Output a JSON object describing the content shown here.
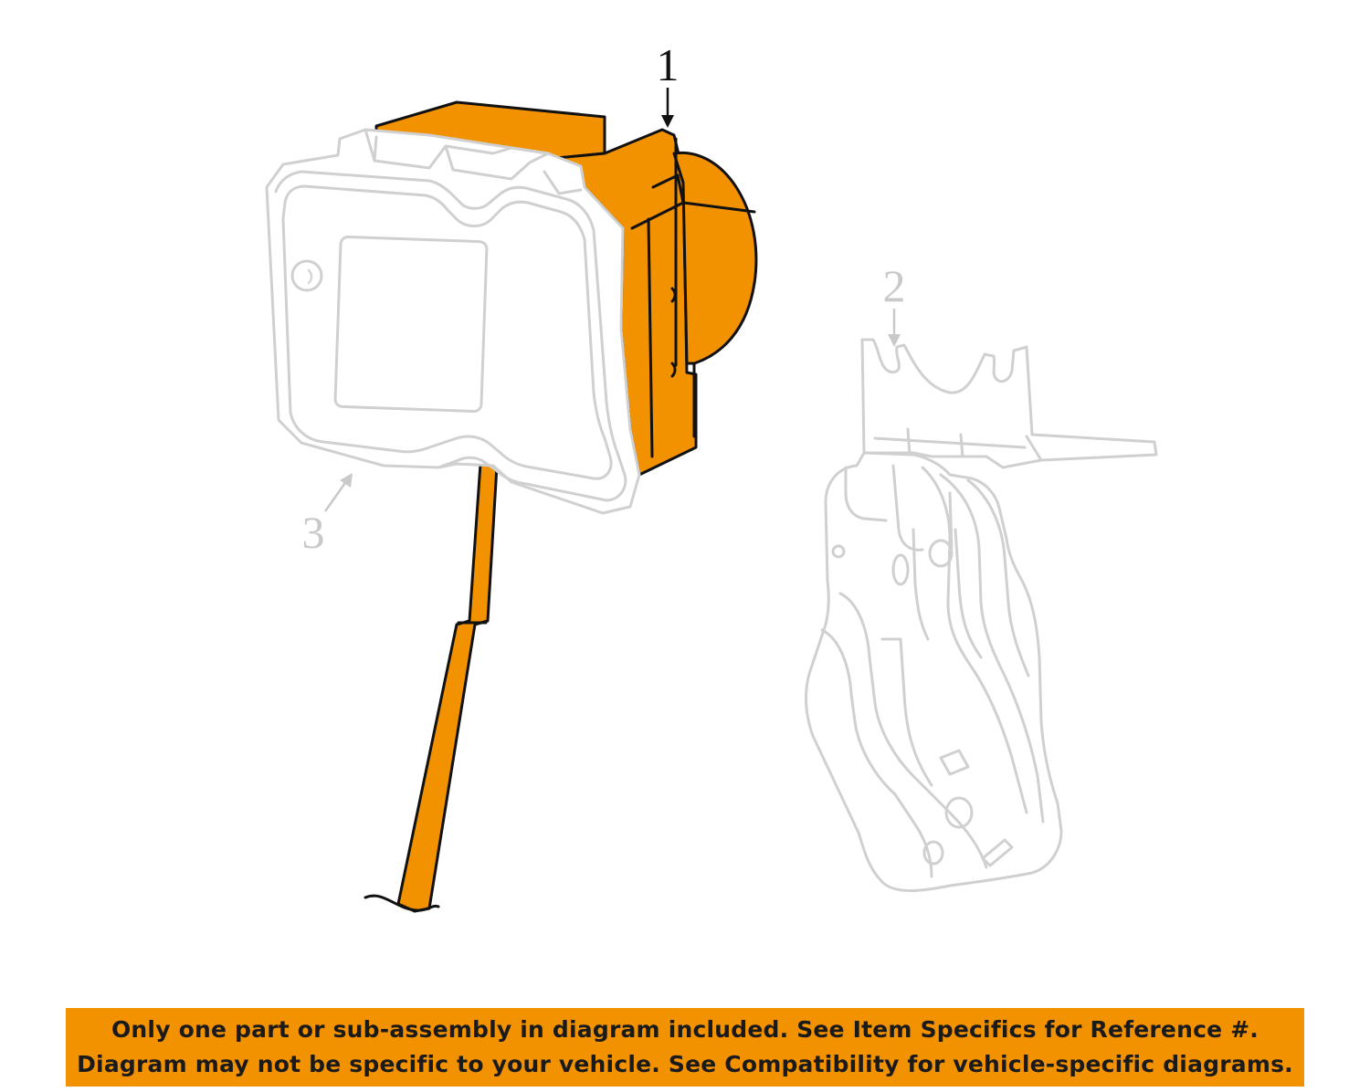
{
  "callouts": {
    "part_1": "1",
    "part_2": "2",
    "part_3": "3"
  },
  "highlight_color": "#f39200",
  "ghost_color": "#d0d0d0",
  "notice": {
    "line1": "Only one part or sub-assembly in diagram included. See Item Specifics for Reference #.",
    "line2": "Diagram may not be specific to your vehicle. See Compatibility for vehicle-specific diagrams."
  }
}
